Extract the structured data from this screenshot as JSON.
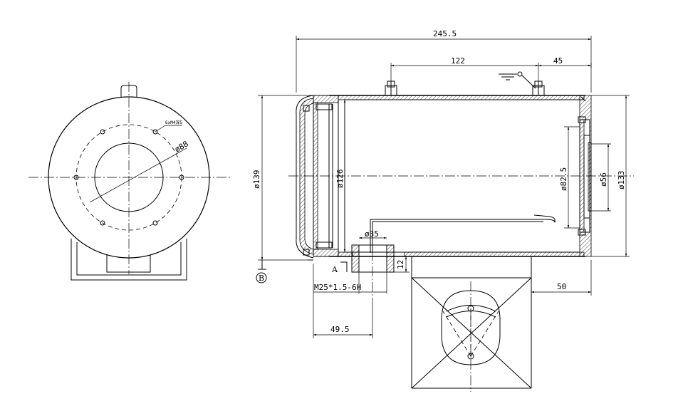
{
  "front_view": {
    "bolt_callout": "6xM4深5",
    "pcd": "ø88"
  },
  "side_view": {
    "overall_length": "245.5",
    "mount_spacing": "122",
    "front_offset": "45",
    "dia_outer_body": "ø139",
    "dia_bore": "ø126",
    "dia_window_recess": "ø82.5",
    "dia_window": "ø56",
    "dia_front_flange": "ø133",
    "dia_port": "ø35",
    "port_height": "12",
    "port_thread": "M25*1.5-6H",
    "port_offset": "49.5",
    "bracket_offset": "50",
    "section_mark": "A",
    "datum": "B"
  }
}
